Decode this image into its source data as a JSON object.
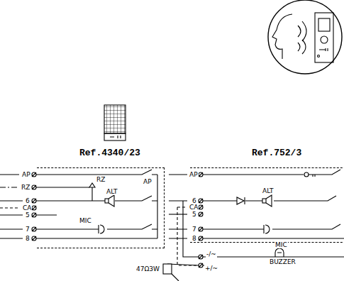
{
  "diagram": {
    "nodes": [
      {
        "text": [
          "Ref.4340/23"
        ]
      },
      {
        "text": [
          "Ref.752/3"
        ]
      }
    ],
    "labels": [
      "AP",
      "RZ",
      "6",
      "CA",
      "5",
      "7",
      "8",
      "RZ",
      "AP",
      "ALT",
      "MIC",
      "AP",
      "6",
      "CA",
      "5",
      "7",
      "8",
      "ALT",
      "MIC",
      "-/~",
      "+/~",
      "BUZZER",
      "47Ω3W"
    ]
  }
}
